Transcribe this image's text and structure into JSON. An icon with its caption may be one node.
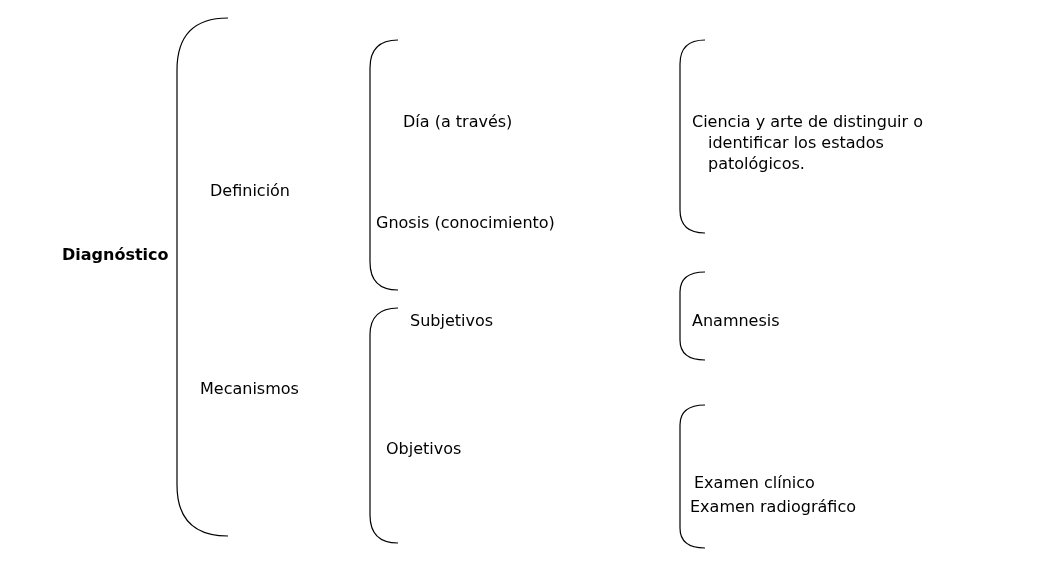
{
  "diagram": {
    "labels": [
      "Diagnóstico",
      "Definición",
      "Día (a través)",
      "Ciencia y arte de distinguir o identificar los estados patológicos.",
      "Gnosis (conocimiento)",
      "Subjetivos",
      "Anamnesis",
      "Mecanismos",
      "Objetivos",
      "Examen clínico",
      "Examen radiográfico"
    ]
  }
}
